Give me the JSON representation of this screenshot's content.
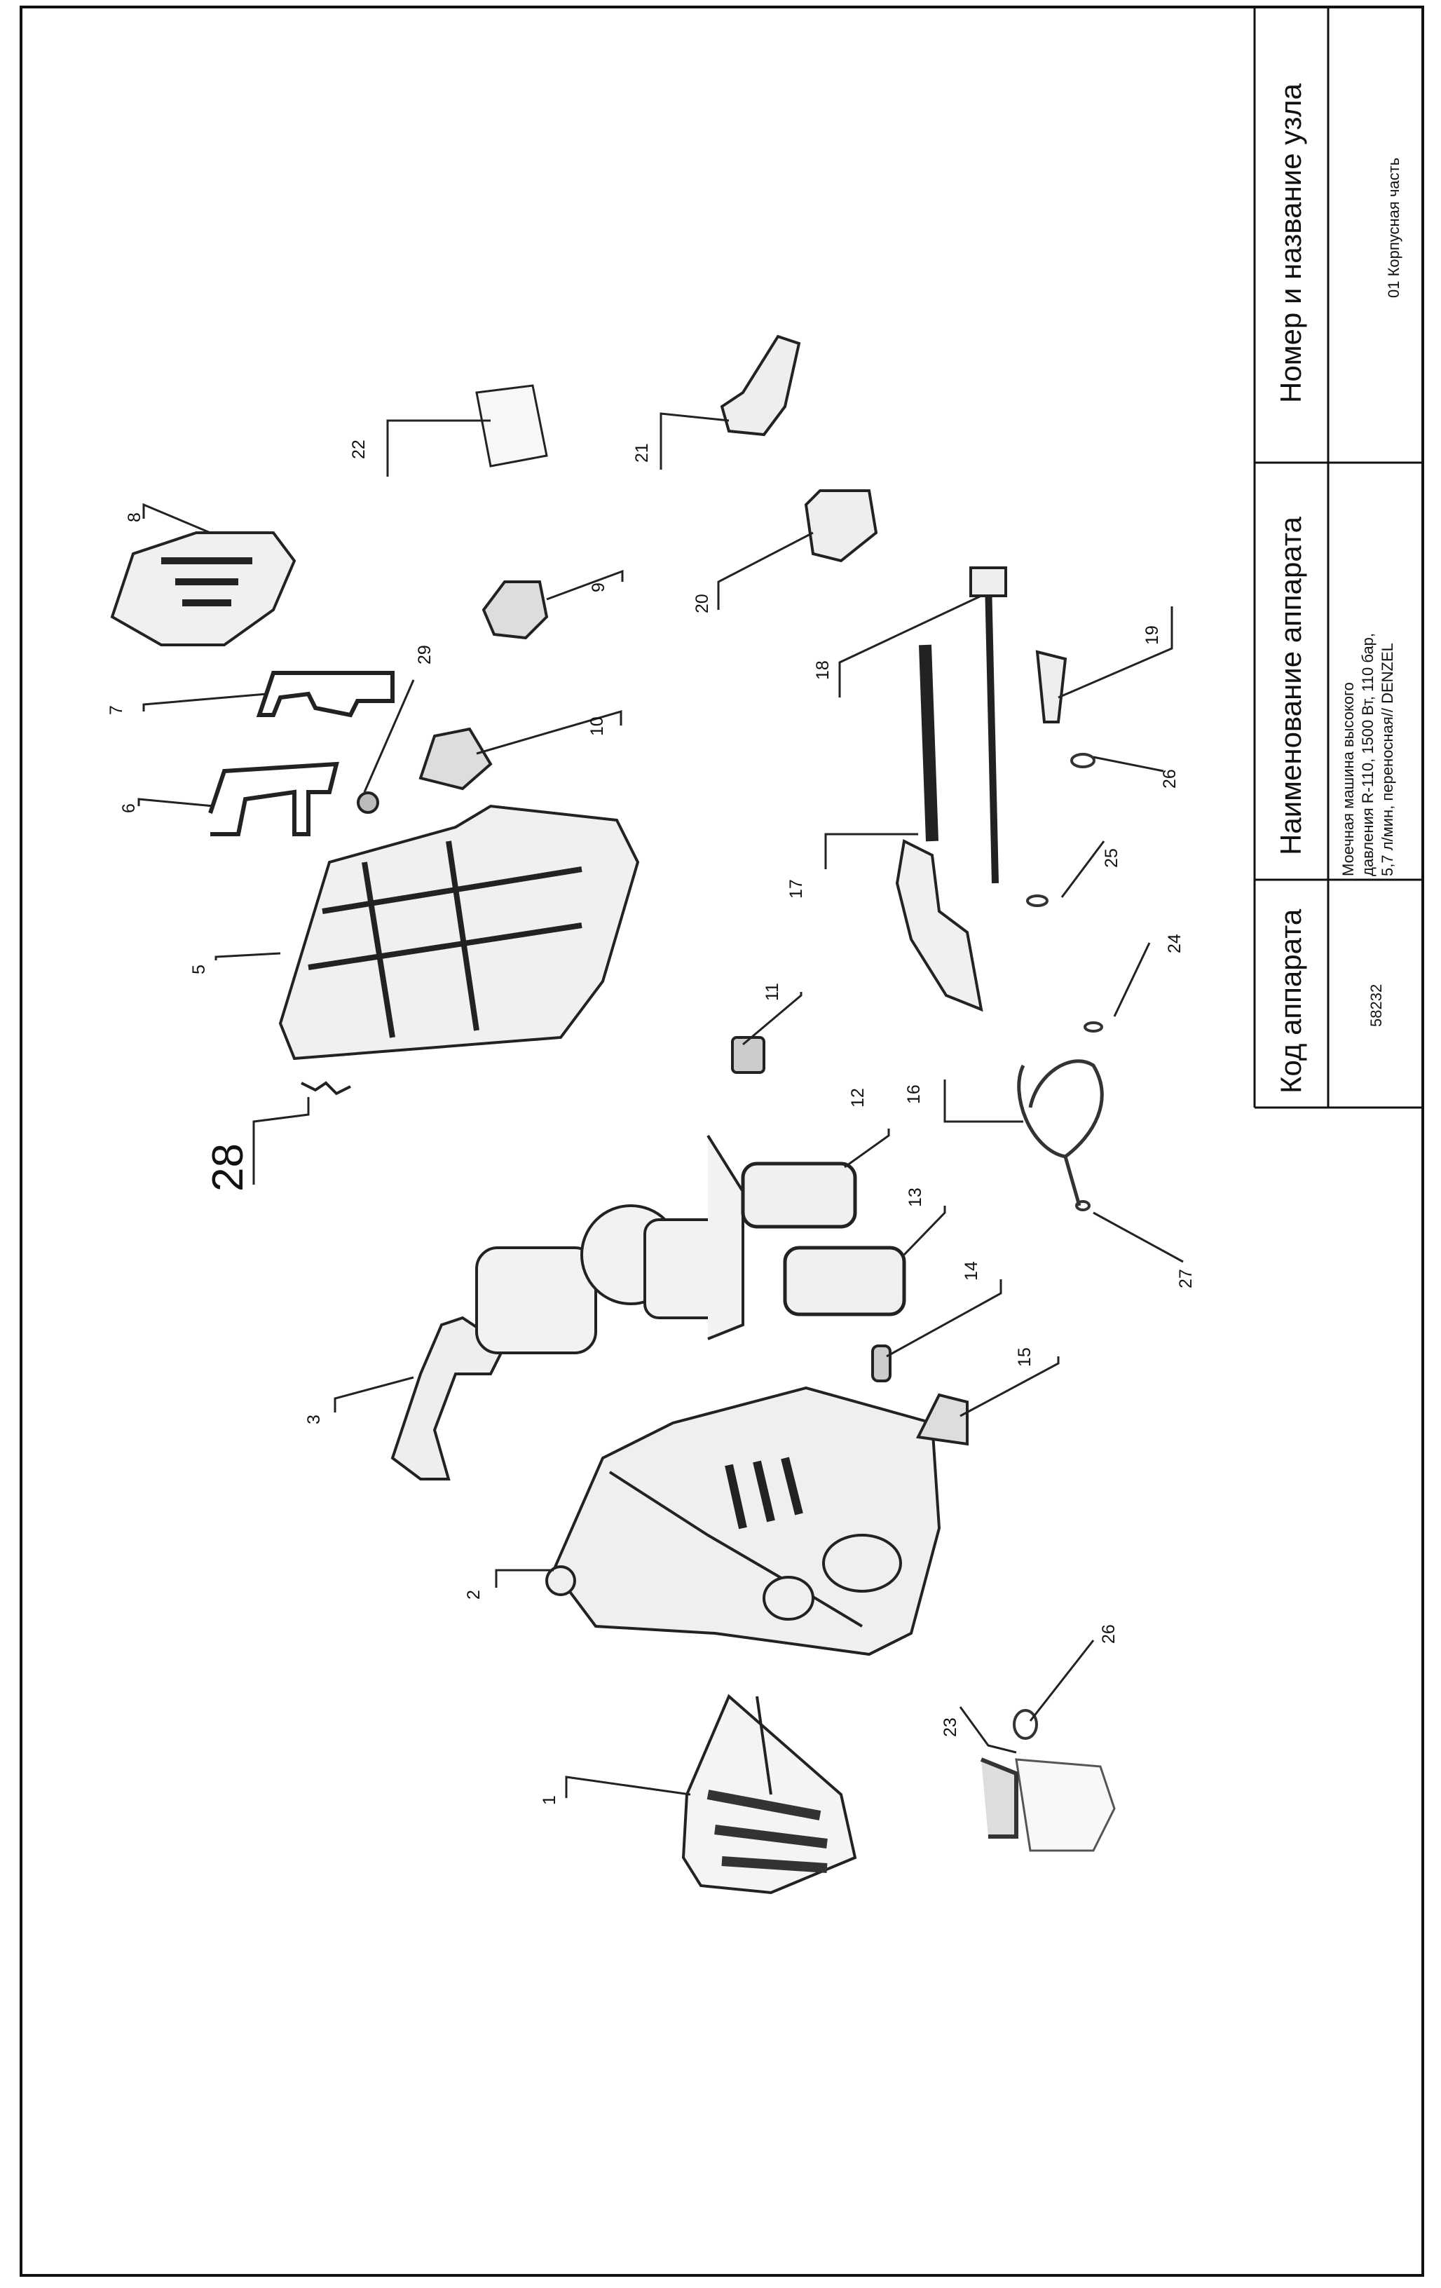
{
  "title_block": {
    "col_code_header": "Код аппарата",
    "col_name_header": "Наименование аппарата",
    "col_node_header": "Номер и название узла",
    "code_value": "58232",
    "name_value_lines": [
      "Моечная машина высокого",
      "давления R-110, 1500 Вт, 110 бар,",
      "5,7 л/мин, переносная// DENZEL"
    ],
    "node_value": "01 Корпусная часть"
  },
  "callouts": [
    "1",
    "2",
    "3",
    "5",
    "6",
    "7",
    "8",
    "9",
    "10",
    "11",
    "12",
    "13",
    "14",
    "15",
    "16",
    "17",
    "18",
    "19",
    "20",
    "21",
    "22",
    "23",
    "24",
    "25",
    "26",
    "26",
    "27",
    "28",
    "29"
  ]
}
